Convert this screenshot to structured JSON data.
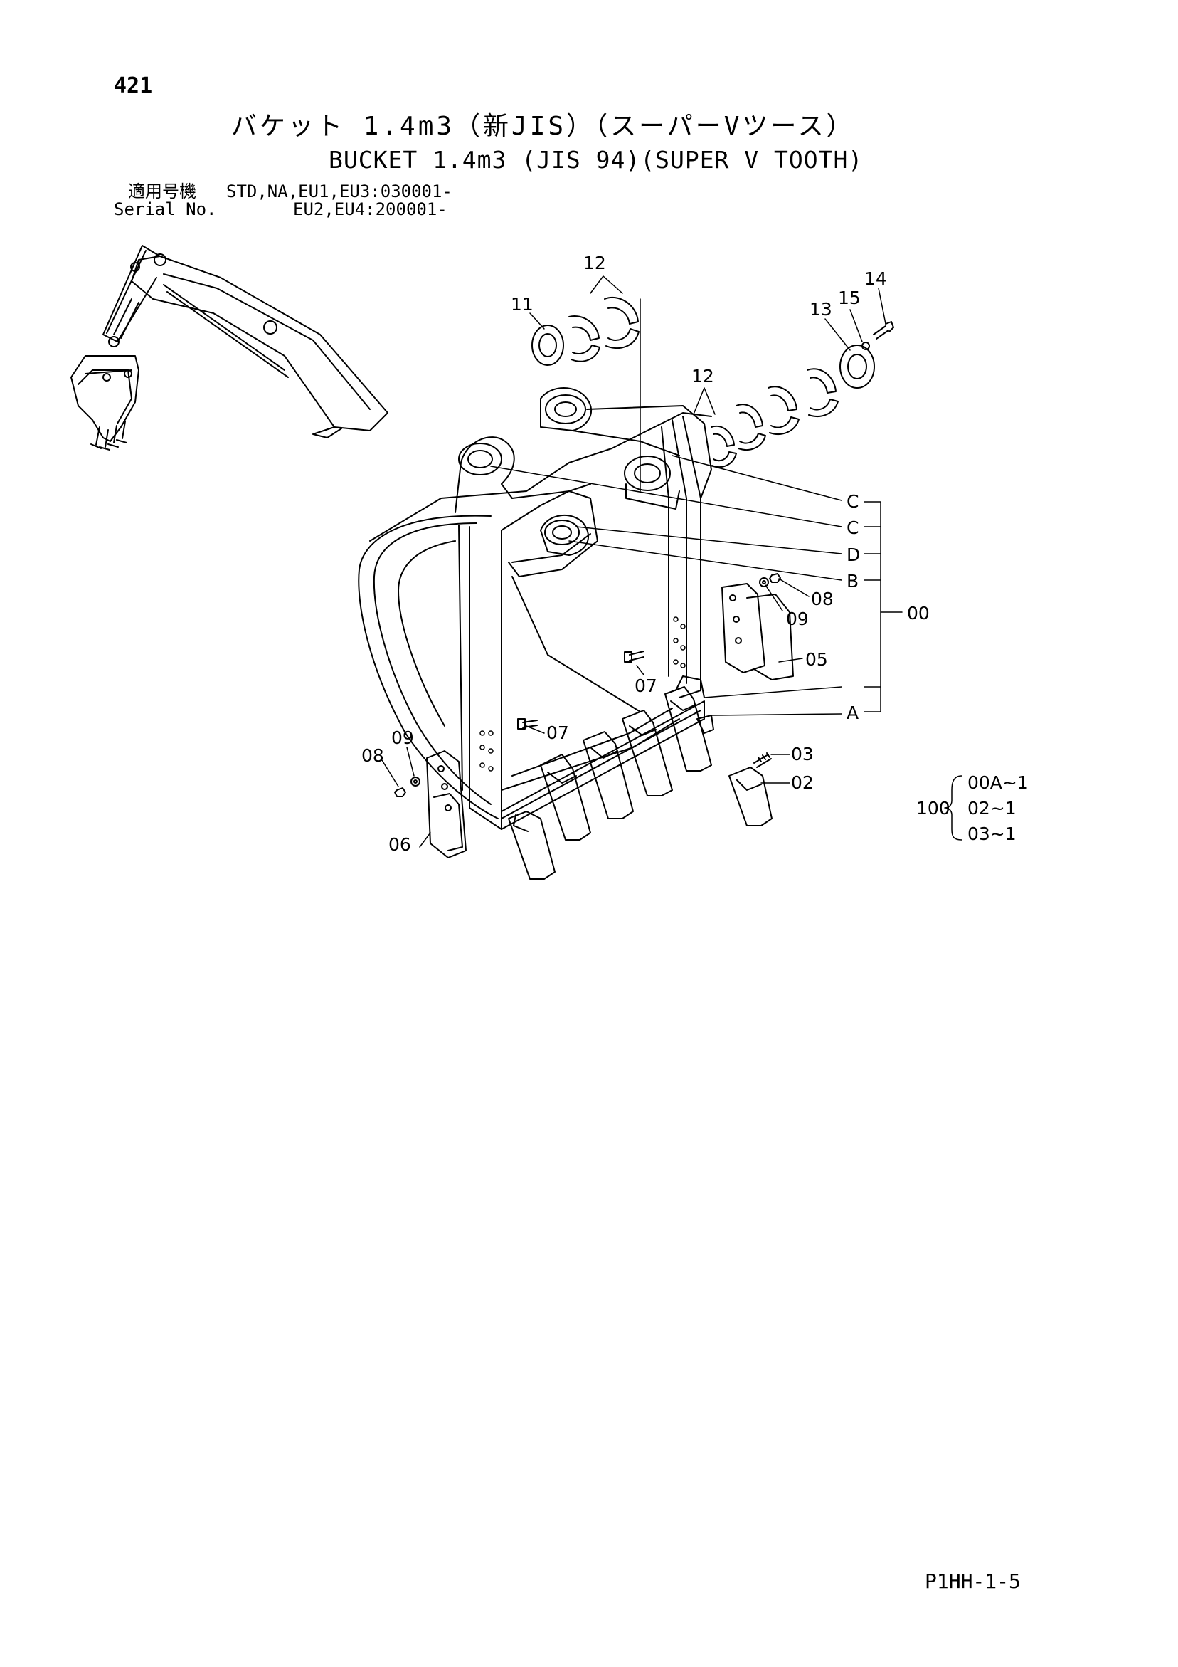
{
  "page": {
    "number": "421",
    "title_jp": "バケット 1.4m3（新JIS）（スーパーVツース）",
    "title_en": "BUCKET 1.4m3 (JIS 94)(SUPER V TOOTH)",
    "applicability_label": "適用号機",
    "applicability_value": "STD,NA,EU1,EU3:030001-",
    "serial_label": "Serial No.",
    "serial_value": "EU2,EU4:200001-",
    "footer_code": "P1HH-1-5"
  },
  "callouts": {
    "c11": "11",
    "c12_top": "12",
    "c12_mid": "12",
    "c13": "13",
    "c14": "14",
    "c15": "15",
    "cC1": "C",
    "cC2": "C",
    "cD": "D",
    "cB": "B",
    "c00": "00",
    "c08_right": "08",
    "c09_right": "09",
    "c05": "05",
    "c07_right": "07",
    "c07_left": "07",
    "cA": "A",
    "c03": "03",
    "c02": "02",
    "c09_left": "09",
    "c08_left": "08",
    "c06": "06"
  },
  "kit": {
    "qty_label": "100",
    "items": [
      "00A~1",
      "02~1",
      "03~1"
    ]
  }
}
